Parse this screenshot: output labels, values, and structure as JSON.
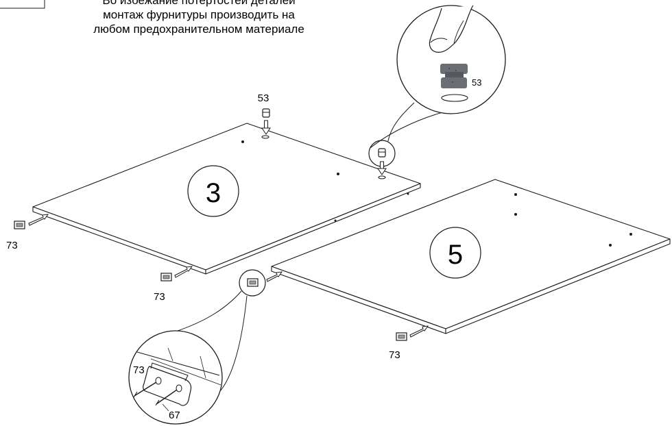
{
  "instruction": {
    "lines": [
      "Во избежание потертостей деталей",
      "монтаж фурнитуры производить на",
      "любом предохранительном материале"
    ]
  },
  "panels": [
    {
      "number": "3"
    },
    {
      "number": "5"
    }
  ],
  "parts": {
    "cam_fitting": "53",
    "bracket": "73",
    "screw": "67"
  },
  "colors": {
    "line": "#1a1a1a",
    "fitting_gray": "#6b6e74",
    "fitting_dark": "#55585e"
  }
}
